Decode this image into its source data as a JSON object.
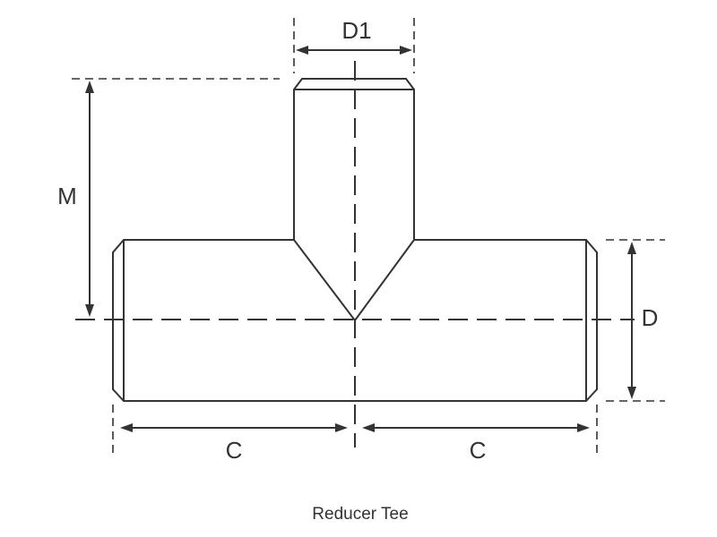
{
  "diagram": {
    "labels": {
      "d1": "D1",
      "m": "M",
      "d": "D",
      "c_left": "C",
      "c_right": "C"
    },
    "caption": "Reducer Tee"
  },
  "colors": {
    "stroke": "#333333",
    "background": "#ffffff"
  }
}
